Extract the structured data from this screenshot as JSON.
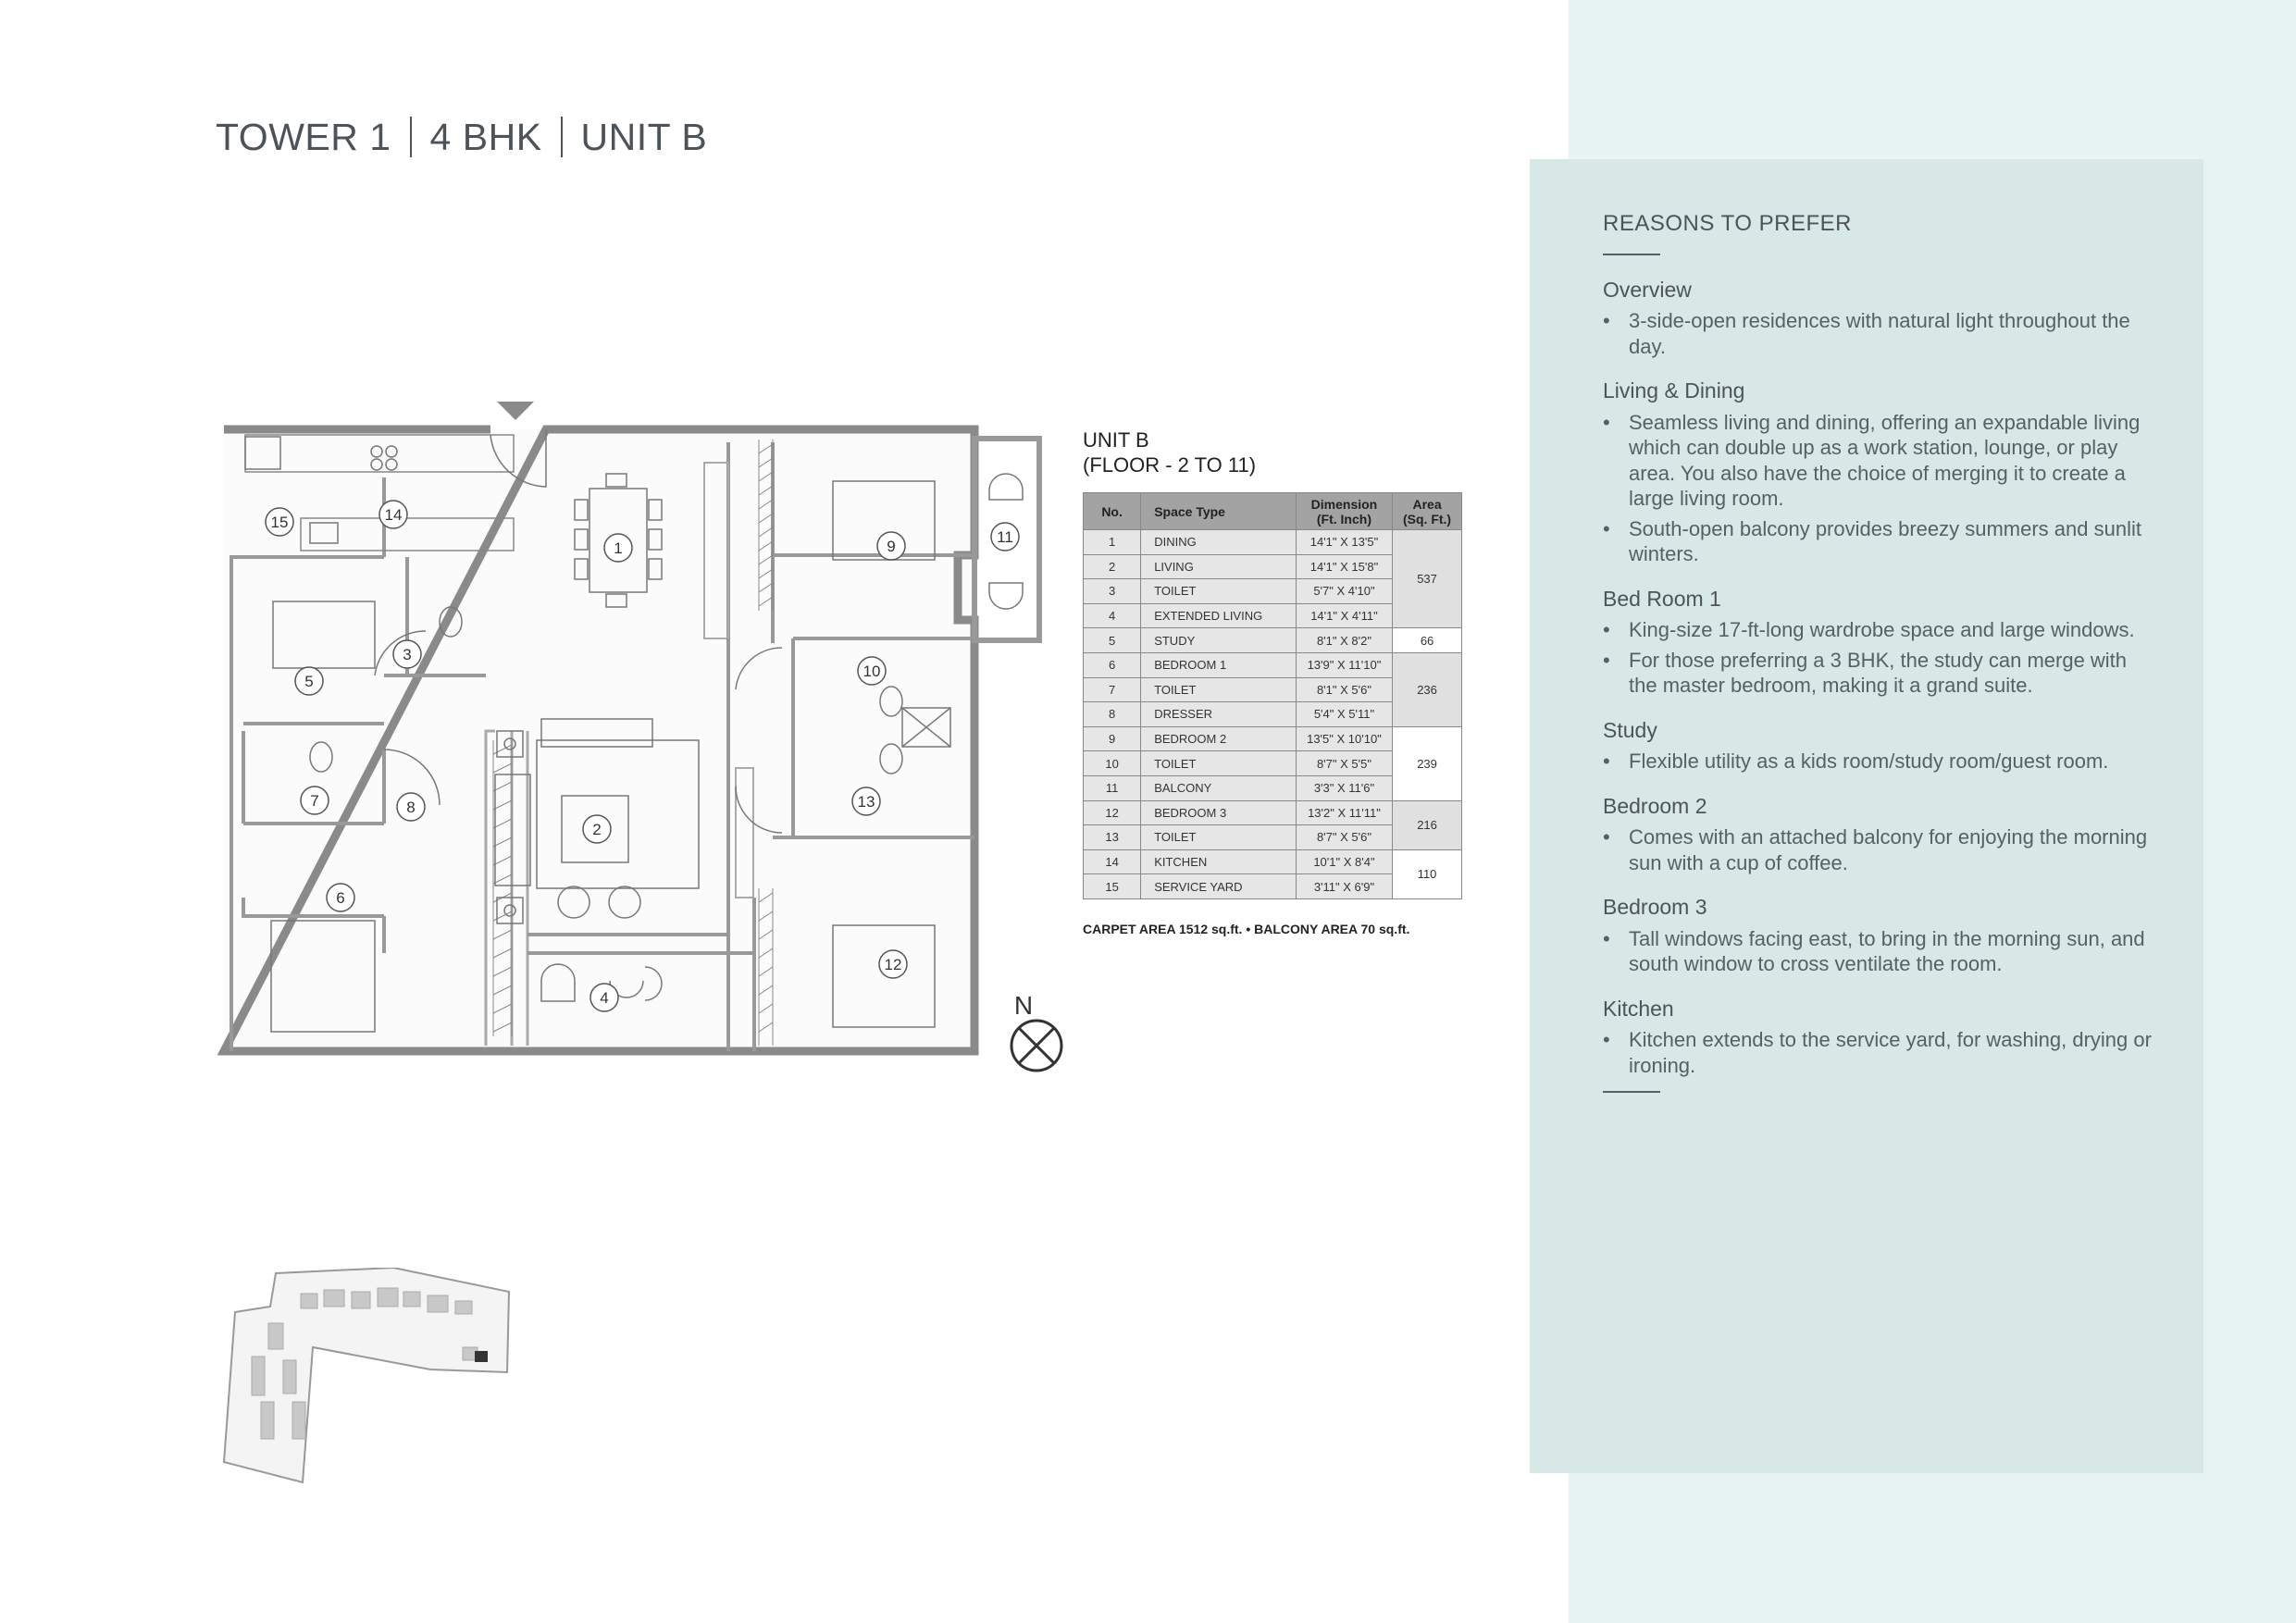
{
  "header": {
    "tower": "TOWER 1",
    "config": "4 BHK",
    "unit": "UNIT B"
  },
  "floorplan": {
    "room_numbers": [
      "1",
      "2",
      "3",
      "4",
      "5",
      "6",
      "7",
      "8",
      "9",
      "10",
      "11",
      "12",
      "13",
      "14",
      "15"
    ],
    "compass_label": "N"
  },
  "unit_table": {
    "title": "UNIT B",
    "floors": "(FLOOR - 2 TO 11)",
    "headers": {
      "no": "No.",
      "space": "Space Type",
      "dimension_1": "Dimension",
      "dimension_2": "(Ft. Inch)",
      "area_1": "Area",
      "area_2": "(Sq. Ft.)"
    },
    "rows": [
      {
        "no": "1",
        "space": "DINING",
        "dim": "14'1\" X 13'5\""
      },
      {
        "no": "2",
        "space": "LIVING",
        "dim": "14'1\" X 15'8\""
      },
      {
        "no": "3",
        "space": "TOILET",
        "dim": "5'7\" X 4'10\""
      },
      {
        "no": "4",
        "space": "EXTENDED LIVING",
        "dim": "14'1\" X 4'11\""
      },
      {
        "no": "5",
        "space": "STUDY",
        "dim": "8'1\" X 8'2\""
      },
      {
        "no": "6",
        "space": "BEDROOM 1",
        "dim": "13'9\" X 11'10\""
      },
      {
        "no": "7",
        "space": "TOILET",
        "dim": "8'1\" X 5'6\""
      },
      {
        "no": "8",
        "space": "DRESSER",
        "dim": "5'4\" X 5'11\""
      },
      {
        "no": "9",
        "space": "BEDROOM 2",
        "dim": "13'5\" X 10'10\""
      },
      {
        "no": "10",
        "space": "TOILET",
        "dim": "8'7\" X 5'5\""
      },
      {
        "no": "11",
        "space": "BALCONY",
        "dim": "3'3\" X 11'6\""
      },
      {
        "no": "12",
        "space": "BEDROOM 3",
        "dim": "13'2\" X 11'11\""
      },
      {
        "no": "13",
        "space": "TOILET",
        "dim": "8'7\" X 5'6\""
      },
      {
        "no": "14",
        "space": "KITCHEN",
        "dim": "10'1\" X 8'4\""
      },
      {
        "no": "15",
        "space": "SERVICE YARD",
        "dim": "3'11\" X 6'9\""
      }
    ],
    "areas": {
      "g1": "537",
      "g2": "66",
      "g3": "236",
      "g4": "239",
      "g5": "216",
      "g6": "110"
    },
    "note": "CARPET AREA 1512 sq.ft.  •  BALCONY AREA 70 sq.ft."
  },
  "reasons": {
    "title": "REASONS TO PREFER",
    "sections": [
      {
        "heading": "Overview",
        "bullets": [
          "3-side-open residences with natural light throughout the day."
        ]
      },
      {
        "heading": "Living & Dining",
        "bullets": [
          "Seamless living and dining, offering an expandable living which can double up as a work station, lounge, or play area. You also have the choice of merging it to create a large living room.",
          "South-open balcony provides breezy summers and sunlit winters."
        ]
      },
      {
        "heading": "Bed Room 1",
        "bullets": [
          "King-size 17-ft-long wardrobe space and large windows.",
          "For those preferring a 3 BHK, the study can merge with the master bedroom, making it a grand suite."
        ]
      },
      {
        "heading": "Study",
        "bullets": [
          "Flexible utility as a kids room/study room/guest room."
        ]
      },
      {
        "heading": "Bedroom 2",
        "bullets": [
          "Comes with an attached balcony for enjoying the morning sun with a cup of coffee."
        ]
      },
      {
        "heading": "Bedroom 3",
        "bullets": [
          "Tall windows facing east, to bring in the morning sun, and south window to cross ventilate the room."
        ]
      },
      {
        "heading": "Kitchen",
        "bullets": [
          "Kitchen extends to the service yard, for washing, drying or ironing."
        ]
      }
    ]
  }
}
